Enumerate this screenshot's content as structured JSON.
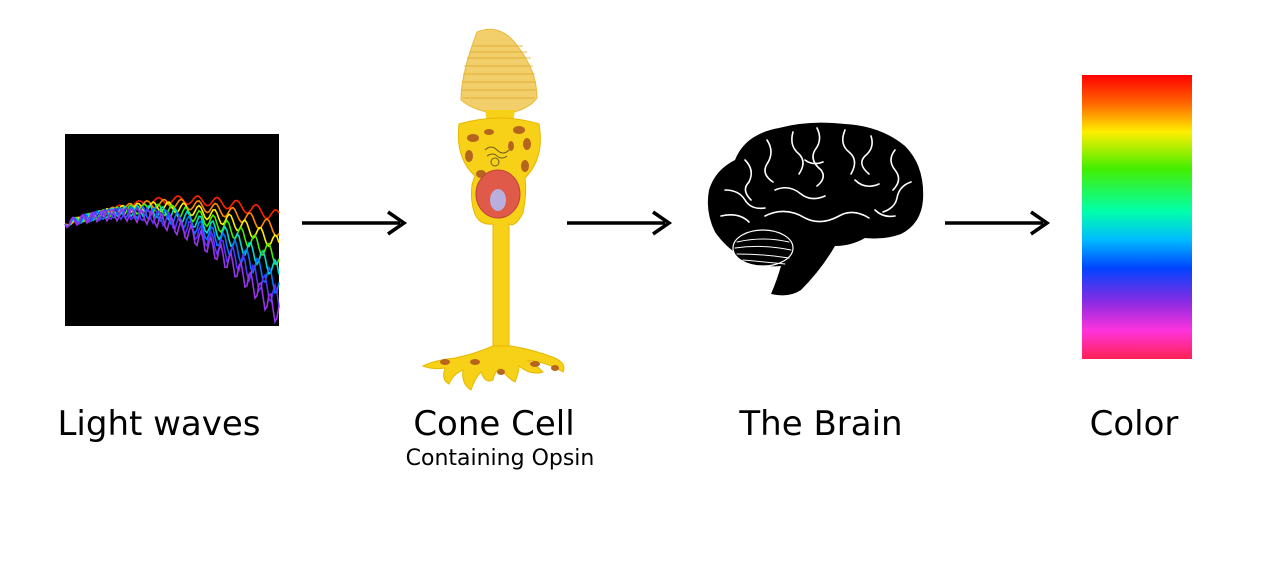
{
  "steps": [
    {
      "label": "Light waves",
      "icon": "light-waves-icon"
    },
    {
      "label": "Cone Cell",
      "sublabel": "Containing Opsin",
      "icon": "cone-cell-icon"
    },
    {
      "label": "The Brain",
      "icon": "brain-icon"
    },
    {
      "label": "Color",
      "icon": "color-spectrum-icon"
    }
  ],
  "colors": {
    "wave_background": "#000000",
    "cone_cell": "#f7d117",
    "nucleus": "#e05a4a",
    "brain": "#000000",
    "arrow": "#000000"
  }
}
